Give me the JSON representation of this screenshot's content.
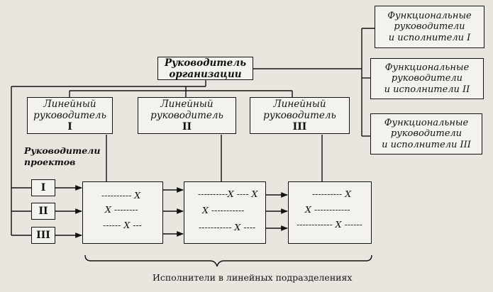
{
  "head": {
    "line1": "Руководитель",
    "line2": "организации"
  },
  "linear": [
    {
      "line1": "Линейный",
      "line2": "руководитель",
      "numeral": "I"
    },
    {
      "line1": "Линейный",
      "line2": "руководитель",
      "numeral": "II"
    },
    {
      "line1": "Линейный",
      "line2": "руководитель",
      "numeral": "III"
    }
  ],
  "functional": [
    {
      "line1": "Функциональные",
      "line2": "руководители",
      "line3": "и исполнители I"
    },
    {
      "line1": "Функциональные",
      "line2": "руководители",
      "line3": "и исполнители II"
    },
    {
      "line1": "Функциональные",
      "line2": "руководители",
      "line3": "и исполнители III"
    }
  ],
  "project_label": {
    "line1": "Руководители",
    "line2": "проектов"
  },
  "projects": [
    "I",
    "II",
    "III"
  ],
  "exec_groups": [
    {
      "rows": [
        "---------- X",
        "X --------",
        "------ X ---"
      ]
    },
    {
      "rows": [
        "----------X ---- X",
        "X -----------",
        "----------- X ----"
      ]
    },
    {
      "rows": [
        "---------- X",
        "X ------------",
        "------------ X ------"
      ]
    }
  ],
  "caption": "Исполнители в линейных подразделениях"
}
